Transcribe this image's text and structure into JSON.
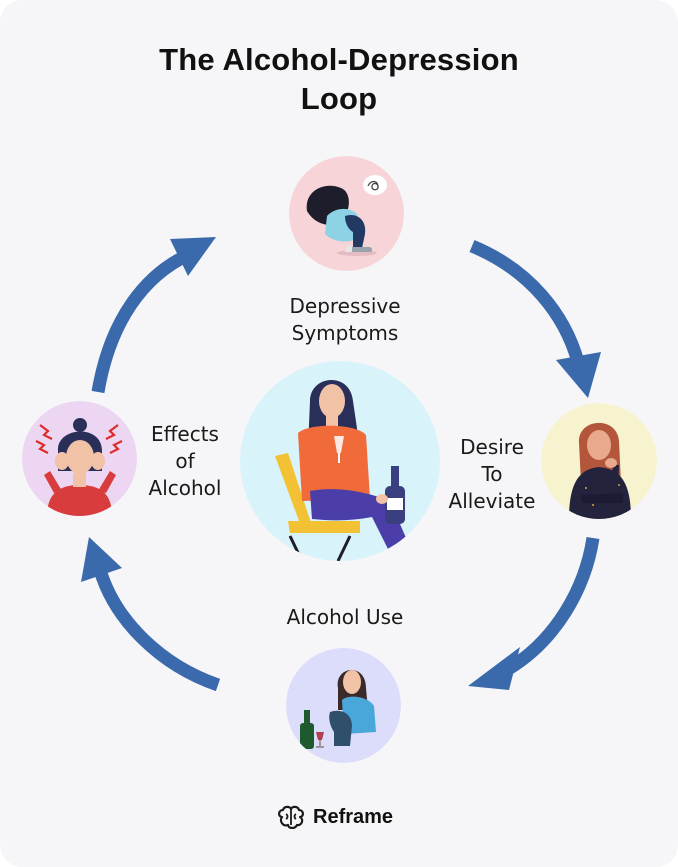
{
  "title": {
    "line1": "The Alcohol-Depression",
    "line2": "Loop"
  },
  "stages": {
    "depressive": {
      "line1": "Depressive",
      "line2": "Symptoms"
    },
    "desire": {
      "line1": "Desire",
      "line2": "To",
      "line3": "Alleviate"
    },
    "use": {
      "line1": "Alcohol Use"
    },
    "effects": {
      "line1": "Effects",
      "line2": "of",
      "line3": "Alcohol"
    }
  },
  "brand": {
    "name": "Reframe",
    "icon": "brain-icon"
  },
  "colors": {
    "arrow": "#3a6aab",
    "background": "#f6f6f8",
    "depressive_bg": "#f7d4d8",
    "desire_bg": "#f7f3cf",
    "use_bg": "#dcdcfb",
    "effects_bg": "#ecd6f2",
    "center_bg": "#d9f3fa"
  }
}
